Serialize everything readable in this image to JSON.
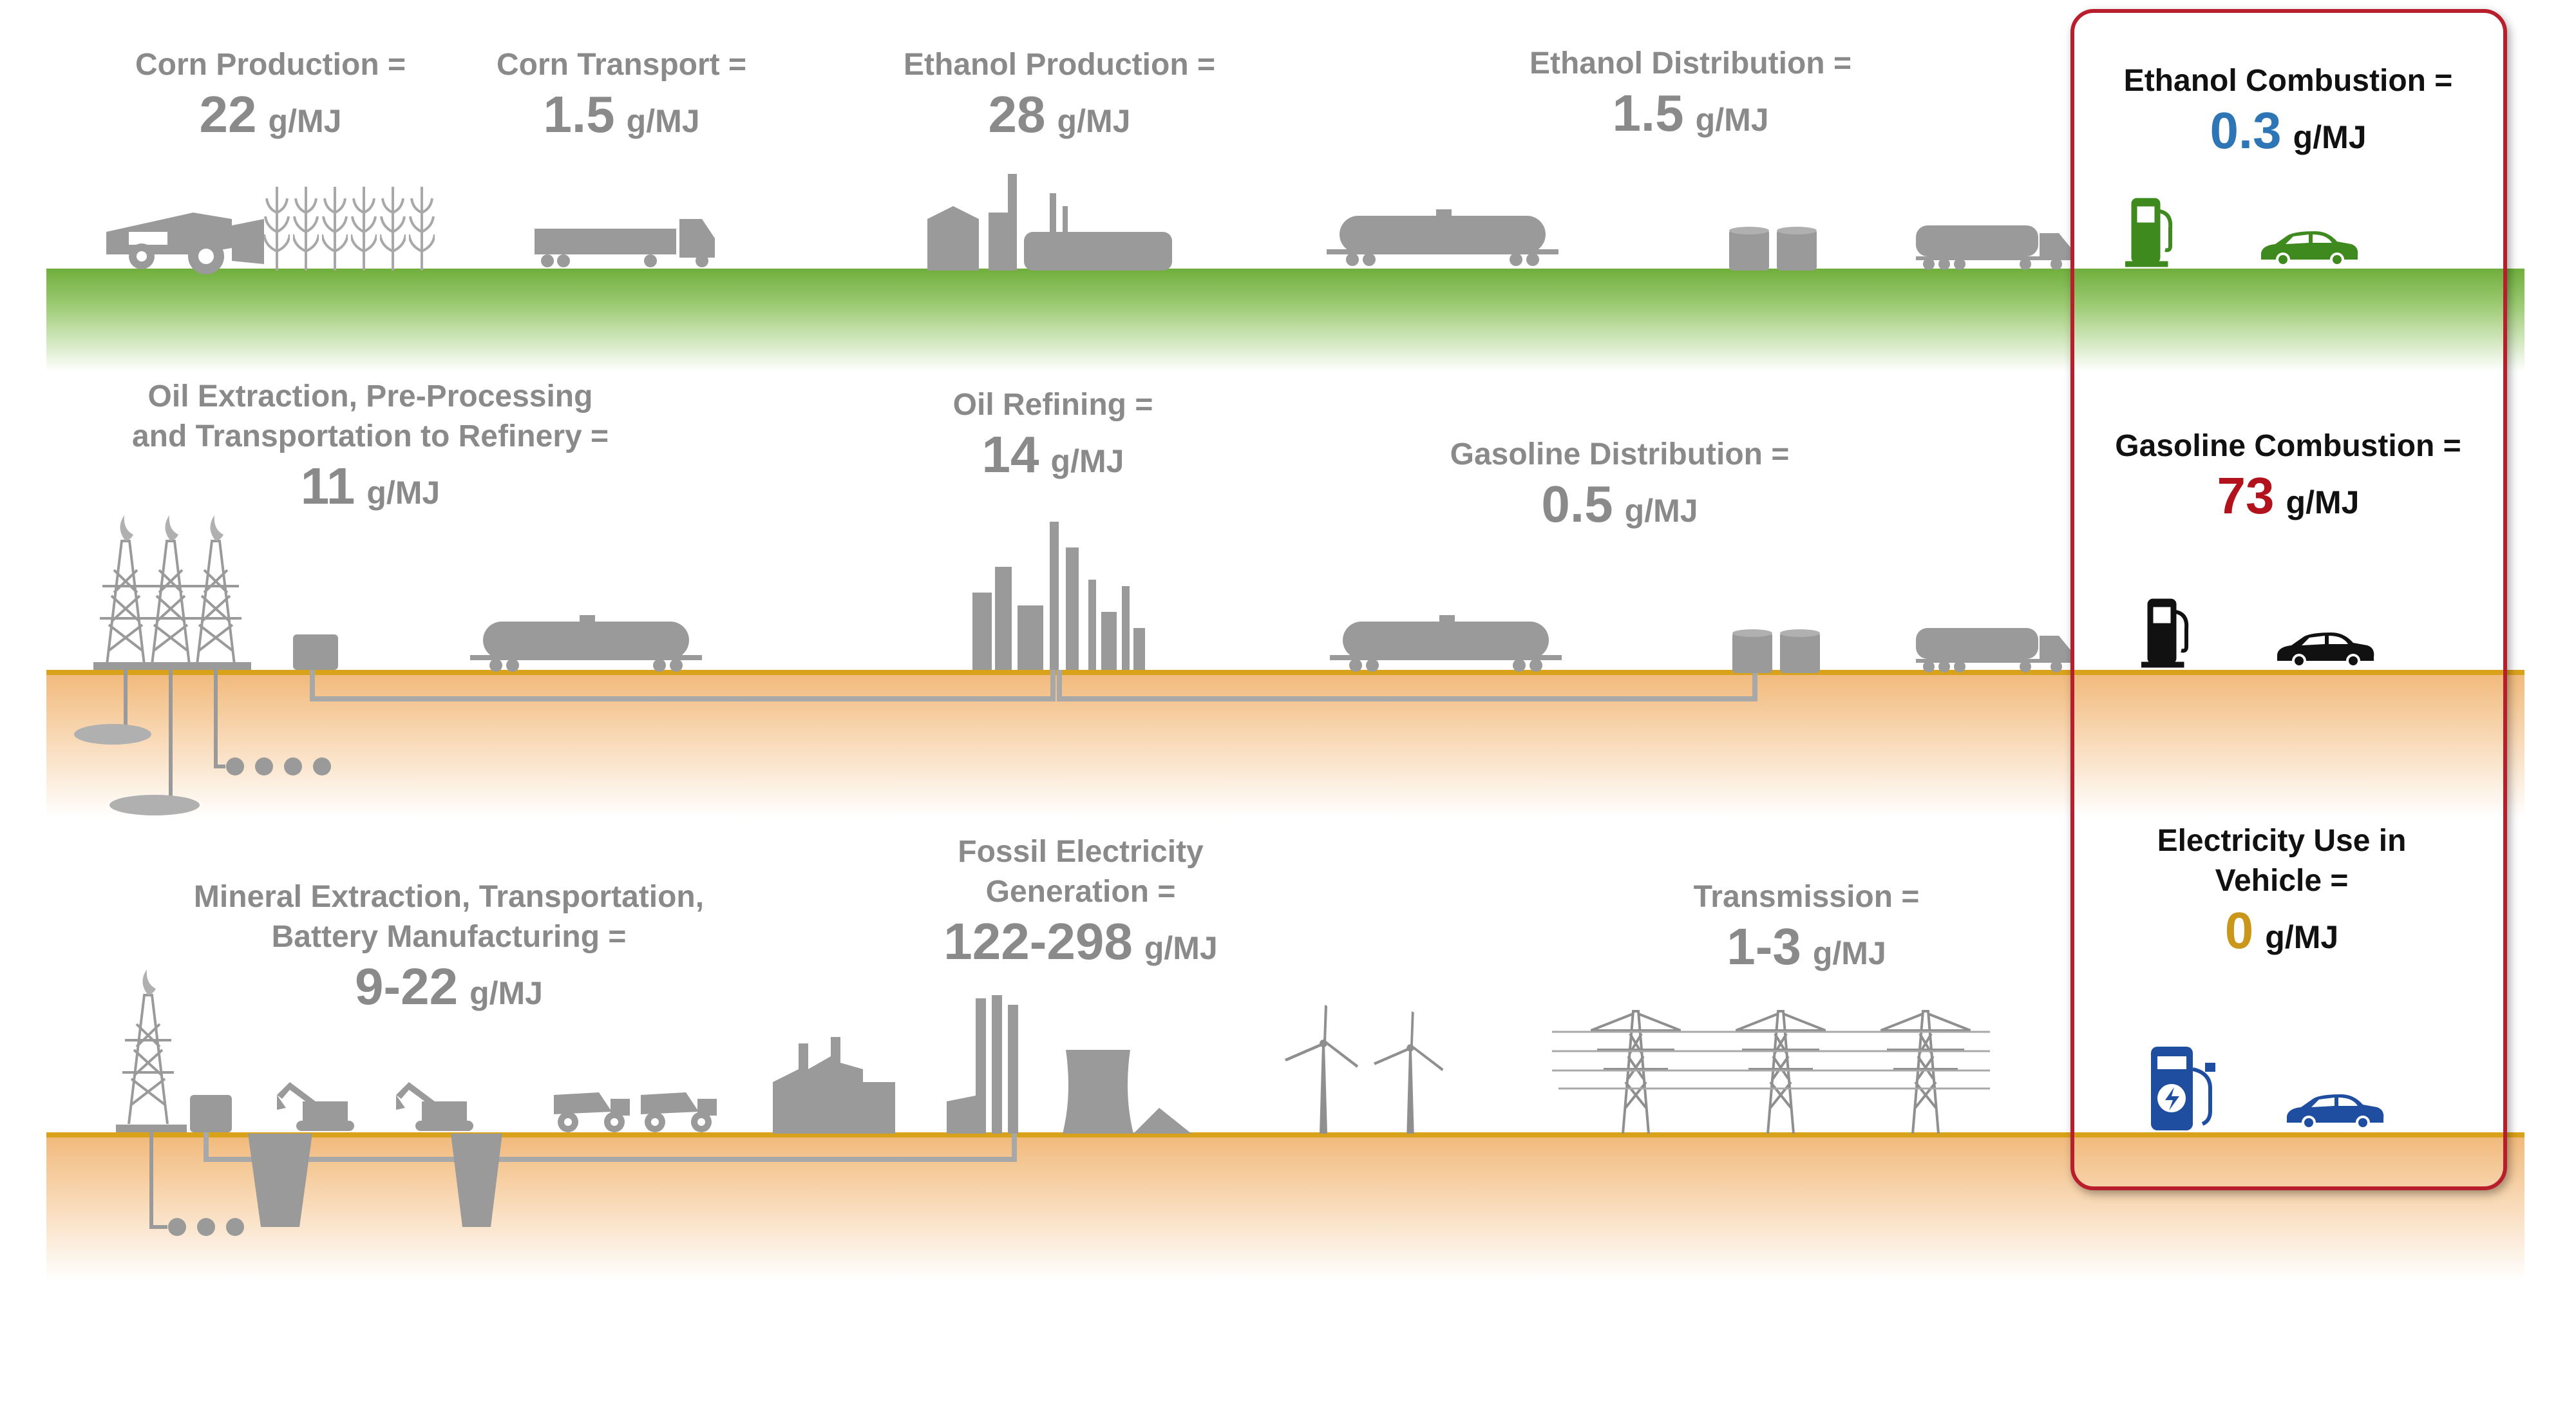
{
  "colors": {
    "gray": "#8a8a8a",
    "icon_gray": "#9a9a9a",
    "green_band": "#7db84a",
    "gold_line": "#d9a21b",
    "orange_band": "#f3c48f",
    "ethanol_value": "#2e75b6",
    "gasoline_value": "#b2121b",
    "electricity_value": "#c9971a",
    "box_border": "#b81e2c",
    "blue_car": "#1f4ea1",
    "green_icon": "#3e8a1e"
  },
  "row1": {
    "corn_production": {
      "label": "Corn Production =",
      "value": "22",
      "unit": "g/MJ"
    },
    "corn_transport": {
      "label": "Corn Transport =",
      "value": "1.5",
      "unit": "g/MJ"
    },
    "ethanol_production": {
      "label": "Ethanol Production =",
      "value": "28",
      "unit": "g/MJ"
    },
    "ethanol_distribution": {
      "label": "Ethanol Distribution =",
      "value": "1.5",
      "unit": "g/MJ"
    },
    "ethanol_combustion": {
      "label": "Ethanol Combustion =",
      "value": "0.3",
      "unit": "g/MJ"
    }
  },
  "row2": {
    "oil_extraction": {
      "label1": "Oil Extraction, Pre-Processing",
      "label2": "and Transportation to Refinery =",
      "value": "11",
      "unit": "g/MJ"
    },
    "oil_refining": {
      "label": "Oil Refining =",
      "value": "14",
      "unit": "g/MJ"
    },
    "gasoline_distribution": {
      "label": "Gasoline Distribution =",
      "value": "0.5",
      "unit": "g/MJ"
    },
    "gasoline_combustion": {
      "label": "Gasoline Combustion =",
      "value": "73",
      "unit": "g/MJ"
    }
  },
  "row3": {
    "mineral_extraction": {
      "label1": "Mineral Extraction, Transportation,",
      "label2": "Battery Manufacturing =",
      "value": "9-22",
      "unit": "g/MJ"
    },
    "fossil_generation": {
      "label1": "Fossil Electricity",
      "label2": "Generation =",
      "value": "122-298",
      "unit": "g/MJ"
    },
    "transmission": {
      "label": "Transmission =",
      "value": "1-3",
      "unit": "g/MJ"
    },
    "electricity_use": {
      "label1": "Electricity Use in",
      "label2": "Vehicle =",
      "value": "0",
      "unit": "g/MJ"
    }
  },
  "icons": [
    "combine-harvester-icon",
    "corn-stalks-icon",
    "truck-trailer-icon",
    "ethanol-plant-icon",
    "rail-tank-car-icon",
    "storage-tanks-icon",
    "tanker-truck-icon",
    "fuel-pump-icon",
    "car-icon",
    "oil-rig-icon",
    "refinery-icon",
    "wind-turbine-icon",
    "transmission-tower-icon",
    "excavator-icon",
    "haul-truck-icon",
    "factory-icon",
    "power-plant-icon",
    "ev-charger-icon"
  ]
}
